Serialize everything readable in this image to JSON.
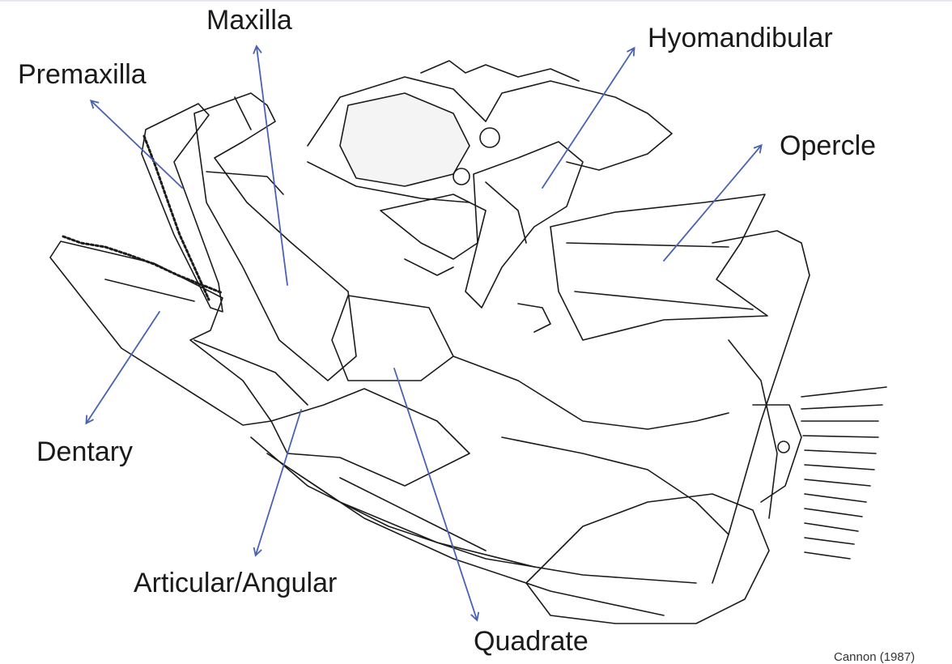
{
  "labels": {
    "maxilla": "Maxilla",
    "premaxilla": "Premaxilla",
    "hyomandibular": "Hyomandibular",
    "opercle": "Opercle",
    "dentary": "Dentary",
    "articular_angular": "Articular/Angular",
    "quadrate": "Quadrate"
  },
  "credit": "Cannon (1987)",
  "colors": {
    "arrow": "#4a62b0",
    "ink": "#1a1a1a"
  }
}
